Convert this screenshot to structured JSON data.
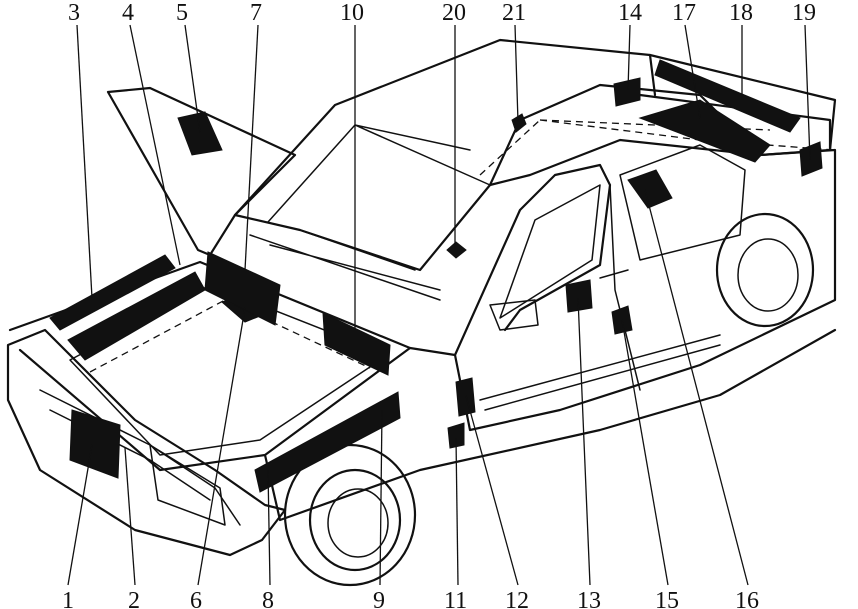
{
  "diagram": {
    "callouts": [
      "1",
      "2",
      "3",
      "4",
      "5",
      "6",
      "7",
      "8",
      "9",
      "10",
      "11",
      "12",
      "13",
      "14",
      "15",
      "16",
      "17",
      "18",
      "19",
      "20",
      "21"
    ]
  },
  "colors": {
    "ink": "#111111",
    "paper": "#ffffff"
  }
}
